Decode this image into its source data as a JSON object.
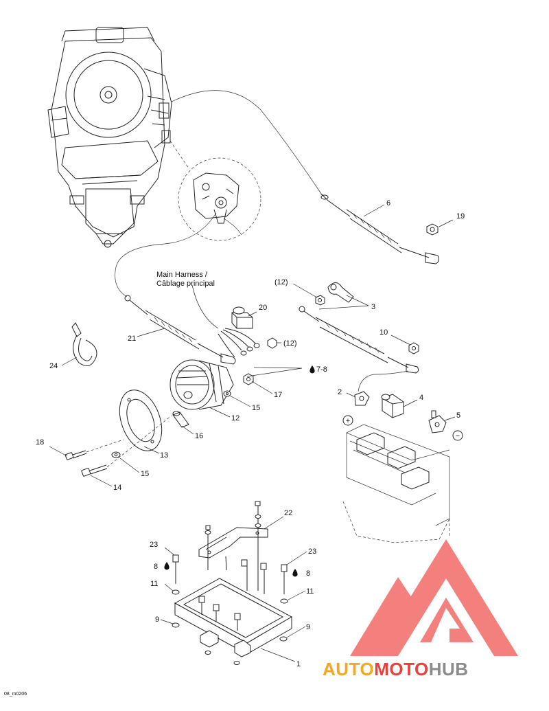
{
  "diagram": {
    "harness_label_line1": "Main Harness /",
    "harness_label_line2": "Câblage principal",
    "reference_code": "08_m0206",
    "callouts": {
      "c1": "1",
      "c2": "2",
      "c3": "3",
      "c4": "4",
      "c5": "5",
      "c6": "6",
      "c7_8": "7-8",
      "c8_left": "8",
      "c8_right": "8",
      "c9_left": "9",
      "c9_right": "9",
      "c10": "10",
      "c11_left": "11",
      "c11_right": "11",
      "c12_top": "(12)",
      "c12_mid": "(12)",
      "c12_bottom": "12",
      "c13": "13",
      "c14": "14",
      "c15_top": "15",
      "c15_bottom": "15",
      "c16": "16",
      "c17": "17",
      "c18": "18",
      "c19": "19",
      "c20": "20",
      "c21": "21",
      "c22": "22",
      "c23_left": "23",
      "c23_right": "23",
      "c24": "24"
    },
    "polarity": {
      "positive": "+",
      "negative": "−"
    }
  },
  "watermark": {
    "part1": "AUTO",
    "part2": "MOTO",
    "part3": "HUB",
    "colors": {
      "orange": "#f5a623",
      "red": "#e8413c",
      "gray": "#8c8c8c",
      "triangle": "#f26a66"
    }
  }
}
